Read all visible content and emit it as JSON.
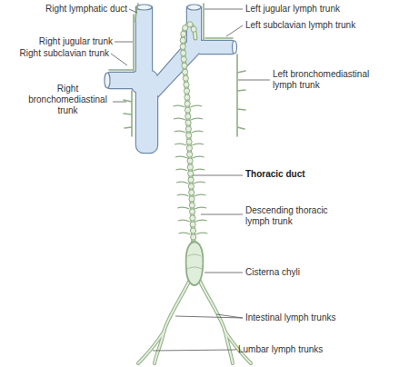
{
  "diagram": {
    "labels": [
      "Right lymphatic duct",
      "Left jugular lymph trunk",
      "Right jugular trunk",
      "Left subclavian lymph trunk",
      "Right subclavian trunk",
      "Right bronchomediastinal trunk",
      "Left bronchomediastinal lymph trunk",
      "Thoracic duct",
      "Descending thoracic lymph trunk",
      "Cisterna chyli",
      "Intestinal lymph trunks",
      "Lumbar lymph trunks"
    ]
  }
}
